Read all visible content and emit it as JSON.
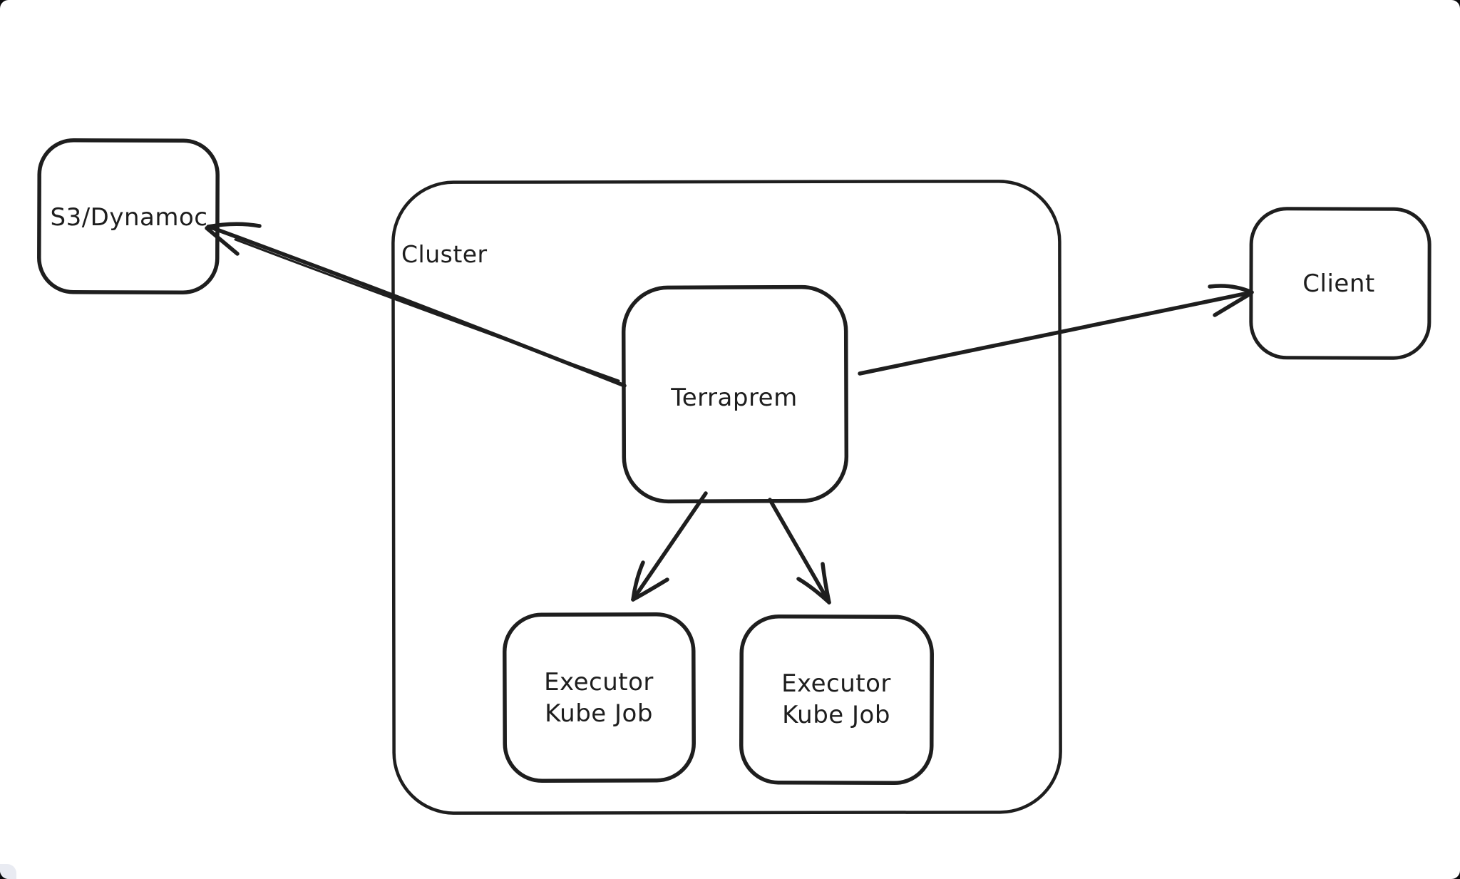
{
  "diagram": {
    "stroke_color": "#1e1e1e",
    "background_color": "#ffffff",
    "cluster": {
      "label": "Cluster"
    },
    "nodes": {
      "s3": {
        "label": "S3/Dynamoc"
      },
      "terraprem": {
        "label": "Terraprem"
      },
      "client": {
        "label": "Client"
      },
      "executor_left": {
        "line1": "Executor",
        "line2": "Kube Job"
      },
      "executor_right": {
        "line1": "Executor",
        "line2": "Kube Job"
      }
    },
    "edges": [
      {
        "from": "Terraprem",
        "to": "S3/Dynamoc"
      },
      {
        "from": "Terraprem",
        "to": "Client"
      },
      {
        "from": "Terraprem",
        "to": "Executor Kube Job (left)"
      },
      {
        "from": "Terraprem",
        "to": "Executor Kube Job (right)"
      }
    ]
  }
}
